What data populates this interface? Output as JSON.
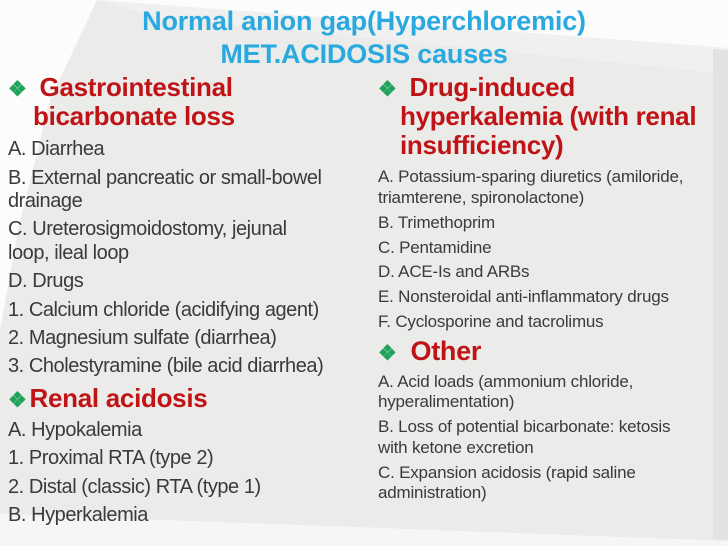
{
  "title": {
    "line1": "Normal anion gap(Hyperchloremic)",
    "line2": "MET.ACIDOSIS causes"
  },
  "bullet_icon": "❖",
  "colors": {
    "title_blue": "#29a9df",
    "heading_red": "#c01316",
    "bullet_green": "#1fa25a",
    "body_text": "#3a3a3a",
    "panel_gray": "#ebebea"
  },
  "left_column": {
    "sections": [
      {
        "heading_lines": [
          "Gastrointestinal",
          "bicarbonate loss"
        ],
        "items": [
          "A. Diarrhea",
          "B. External pancreatic or small-bowel\ndrainage",
          "C. Ureterosigmoidostomy, jejunal\nloop, ileal loop",
          "D. Drugs",
          "1. Calcium chloride (acidifying agent)",
          "2. Magnesium sulfate (diarrhea)",
          "3. Cholestyramine (bile acid diarrhea)"
        ]
      },
      {
        "heading_lines": [
          "Renal acidosis"
        ],
        "items": [
          "A. Hypokalemia",
          "1. Proximal RTA (type 2)",
          "2. Distal (classic) RTA (type 1)",
          "B. Hyperkalemia"
        ]
      }
    ]
  },
  "right_column": {
    "sections": [
      {
        "heading_lines": [
          "Drug-induced",
          "hyperkalemia (with renal",
          "insufficiency)"
        ],
        "items": [
          "A. Potassium-sparing diuretics (amiloride,\ntriamterene, spironolactone)",
          "B. Trimethoprim",
          "C. Pentamidine",
          "D. ACE-Is and ARBs",
          "E. Nonsteroidal anti-inflammatory drugs",
          "F. Cyclosporine and tacrolimus"
        ]
      },
      {
        "heading_lines": [
          "Other"
        ],
        "items": [
          "A. Acid loads (ammonium chloride,\nhyperalimentation)",
          "B. Loss of potential bicarbonate: ketosis\nwith ketone excretion",
          "C. Expansion acidosis (rapid saline\nadministration)"
        ]
      }
    ]
  }
}
